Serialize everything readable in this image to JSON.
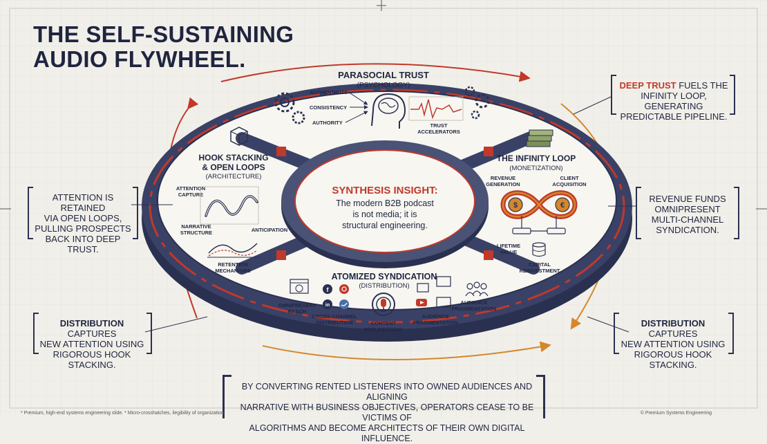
{
  "title": {
    "line1": "THE SELF-SUSTAINING",
    "line2": "AUDIO FLYWHEEL."
  },
  "quadrants": {
    "trust": {
      "title": "PARASOCIAL TRUST",
      "subtitle": "(PSYCHOLOGY)",
      "labels": {
        "authenticity": "AUTHENTICITY",
        "consistency": "CONSISTENCY",
        "authority": "AUTHORITY",
        "accel1": "TRUST",
        "accel2": "ACCELERATORS"
      }
    },
    "hook": {
      "title1": "HOOK STACKING",
      "title2": "& OPEN LOOPS",
      "subtitle": "(ARCHITECTURE)",
      "labels": {
        "attention1": "ATTENTION",
        "attention2": "CAPTURE",
        "narrative1": "NARRATIVE",
        "narrative2": "STRUCTURE",
        "anticipation": "ANTICIPATION",
        "retention1": "RETENTION",
        "retention2": "MECHANISMS"
      }
    },
    "infinity": {
      "title": "THE INFINITY LOOP",
      "subtitle": "(MONETIZATION)",
      "labels": {
        "revenue1": "REVENUE",
        "revenue2": "GENERATION",
        "client1": "CLIENT",
        "client2": "ACQUISITION",
        "lifetime1": "LIFETIME",
        "lifetime2": "VALUE",
        "capital1": "CAPITAL",
        "capital2": "REINVESTMENT"
      }
    },
    "syndication": {
      "title": "ATOMIZED SYNDICATION",
      "subtitle": "(DISTRIBUTION)",
      "labels": {
        "omni1": "OMNIPRESENT",
        "omni2": "REACH",
        "cross1": "CROSS-CHANNEL",
        "cross2": "DISTRIBUTION",
        "content1": "CONTENT",
        "content2": "REPURPOSING",
        "aud1": "AUDIENCE",
        "aud2": "FRAGMENTATION",
        "aud3": "AUDIENCE",
        "aud4": "FRAGMENTATION"
      }
    }
  },
  "center": {
    "heading": "SYNTHESIS INSIGHT:",
    "line1": "The modern B2B podcast",
    "line2": "is not media; it is",
    "line3": "structural engineering."
  },
  "notes": {
    "top_right": {
      "red": "DEEP TRUST",
      "rest1": " FUELS THE",
      "line2": "INFINITY LOOP, GENERATING",
      "line3": "PREDICTABLE PIPELINE."
    },
    "left": {
      "line1": "ATTENTION IS RETAINED",
      "line2": "VIA OPEN LOOPS,",
      "line3": "PULLING PROSPECTS",
      "line4": "BACK INTO DEEP TRUST."
    },
    "right": {
      "line1": "REVENUE FUNDS",
      "line2": "OMNIPRESENT",
      "line3": "MULTI-CHANNEL",
      "line4": "SYNDICATION."
    },
    "bottom_left": {
      "bold": "DISTRIBUTION",
      "rest1": " CAPTURES",
      "line2": "NEW ATTENTION USING",
      "line3": "RIGOROUS HOOK STACKING."
    },
    "bottom_right": {
      "bold": "DISTRIBUTION",
      "rest1": " CAPTURES",
      "line2": "NEW ATTENTION USING",
      "line3": "RIGOROUS HOOK STACKING."
    }
  },
  "quote": {
    "line1": "BY CONVERTING RENTED LISTENERS INTO OWNED AUDIENCES AND ALIGNING",
    "line2": "NARRATIVE WITH BUSINESS OBJECTIVES, OPERATORS CEASE TO BE VICTIMS OF",
    "line3": "ALGORITHMS AND BECOME ARCHITECTS OF THEIR OWN DIGITAL INFLUENCE."
  },
  "footer": {
    "left": "* Premium, high-end systems engineering slide. * Micro-crosshatches, ilegibility of organization",
    "right": "© Premium Systems Engineering"
  },
  "colors": {
    "navy": "#2a3050",
    "red": "#c0392b",
    "orange": "#d4872c",
    "paper": "#f1efe9",
    "face": "#f7f6f1"
  }
}
